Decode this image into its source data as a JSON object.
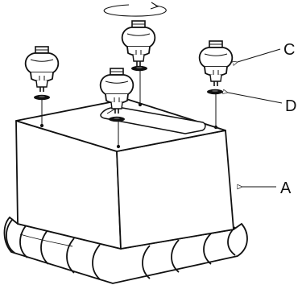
{
  "callouts": {
    "a": "A",
    "c": "C",
    "d": "D"
  }
}
